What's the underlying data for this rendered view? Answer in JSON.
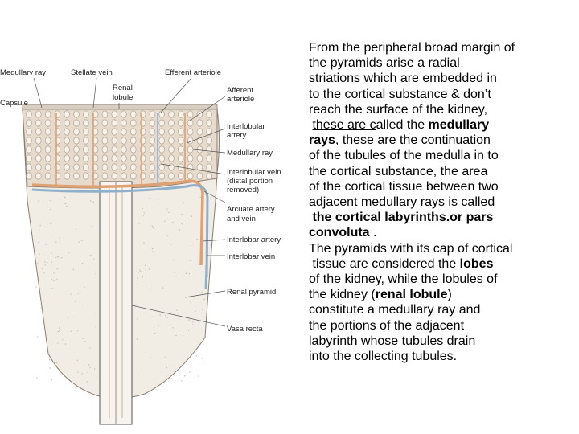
{
  "diagram": {
    "labels": {
      "medullary_ray_top": "Medullary ray",
      "stellate_vein": "Stellate vein",
      "efferent_arteriole": "Efferent arteriole",
      "renal_lobule": [
        "Renal",
        "lobule"
      ],
      "capsule": "Capsule",
      "afferent_arteriole": [
        "Afferent",
        "arteriole"
      ],
      "interlobular_artery": [
        "Interlobular",
        "artery"
      ],
      "medullary_ray_right": "Medullary ray",
      "interlobular_vein": [
        "Interlobular vein",
        "(distal portion",
        "removed)"
      ],
      "arcuate_artery_vein": [
        "Arcuate artery",
        "and vein"
      ],
      "interlobar_artery": "Interlobar artery",
      "interlobar_vein": "Interlobar vein",
      "renal_pyramid": "Renal pyramid",
      "vasa_recta": "Vasa recta"
    },
    "colors": {
      "artery": "#e0a070",
      "vein": "#8fb0cc",
      "cortex": "#e8ddd0",
      "medulla": "#f0ebe3",
      "tubule": "#b8aa98"
    }
  },
  "text": {
    "p1": {
      "l1": "From the peripheral broad margin of",
      "l2": "the pyramids arise a radial",
      "l3": "striations which are embedded in",
      "l4": "to the cortical substance & don’t",
      "l5": "reach the surface of the kidney,",
      "l6a": " ",
      "l6b": "these are c",
      "l6c": "alled the ",
      "l6d": "medullary",
      "l7a": "rays",
      "l7b": ", these are the continua",
      "l7c": "tion ",
      "l8": "of the tubules of the medulla in to",
      "l9": "the cortical substance, the area",
      "l10": "of the cortical tissue between two",
      "l11": "adjacent medullary rays is called",
      "l12": " the cortical labyrinths.or pars",
      "l13a": "convoluta",
      "l13b": " ."
    },
    "p2": {
      "l1": "The pyramids with its cap of cortical",
      "l2a": " tissue are considered the ",
      "l2b": "lobes",
      "l3": "of the kidney, while the lobules of",
      "l4a": "the kidney (",
      "l4b": "renal lobule",
      "l4c": ")",
      "l5": "constitute a medullary ray and",
      "l6": "the portions of the adjacent",
      "l7": "labyrinth whose tubules drain",
      "l8": "into the collecting tubules."
    }
  }
}
